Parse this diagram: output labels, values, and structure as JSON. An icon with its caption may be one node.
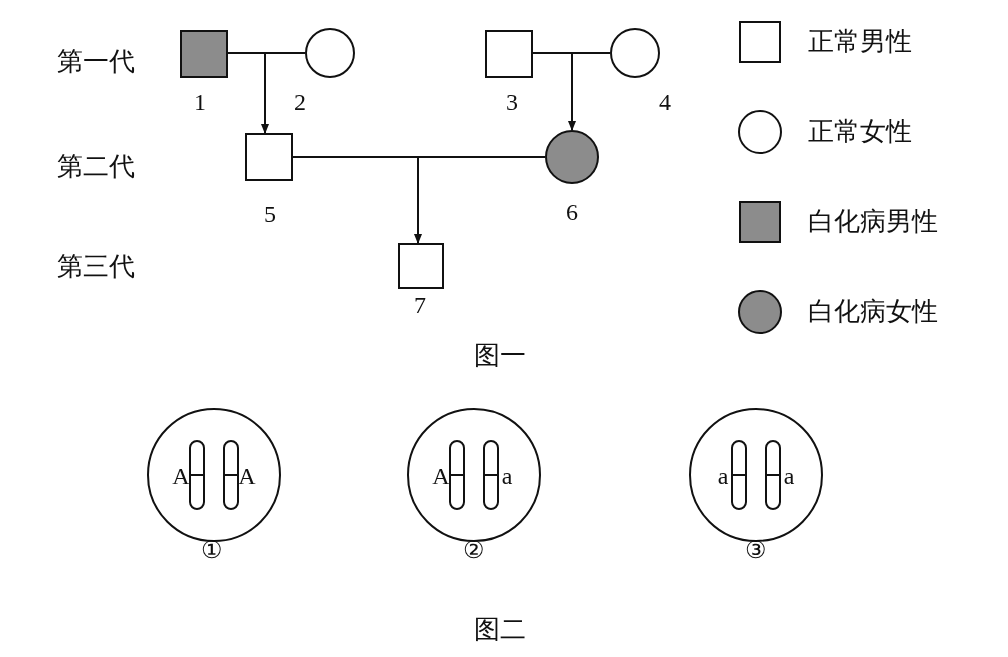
{
  "diagram": {
    "nodes": [
      {
        "text": [],
        "shape": "box",
        "beside": [
          "1"
        ]
      },
      {
        "text": [],
        "shape": "circle",
        "beside": [
          "2"
        ]
      },
      {
        "text": [],
        "shape": "box",
        "beside": [
          "3"
        ]
      },
      {
        "text": [],
        "shape": "circle",
        "beside": [
          "4"
        ]
      },
      {
        "text": [],
        "shape": "box",
        "beside": [
          "5"
        ]
      },
      {
        "text": [],
        "shape": "circle",
        "beside": [
          "6"
        ]
      },
      {
        "text": [],
        "shape": "box",
        "beside": [
          "7"
        ]
      },
      {
        "text": [
          "A",
          "A"
        ],
        "beside": [
          "①"
        ]
      },
      {
        "text": [
          "A",
          "a"
        ],
        "beside": [
          "②"
        ]
      },
      {
        "text": [
          "a",
          "a"
        ],
        "beside": [
          "③"
        ]
      }
    ],
    "edges": [
      {
        "from": 0,
        "to": 1,
        "arrow": "none"
      },
      {
        "from": null,
        "to": 4,
        "arrow": "to"
      },
      {
        "from": 2,
        "to": 3,
        "arrow": "none"
      },
      {
        "from": null,
        "to": 5,
        "arrow": "to"
      },
      {
        "from": 4,
        "to": 5,
        "arrow": "none"
      },
      {
        "from": null,
        "to": 6,
        "arrow": "to"
      }
    ],
    "labels": [
      "第一代",
      "第二代",
      "第三代",
      "图一",
      "图二"
    ],
    "legend": [
      {
        "text": "正常男性"
      },
      {
        "text": "正常女性"
      },
      {
        "text": "白化病男性"
      },
      {
        "text": "白化病女性"
      }
    ]
  }
}
